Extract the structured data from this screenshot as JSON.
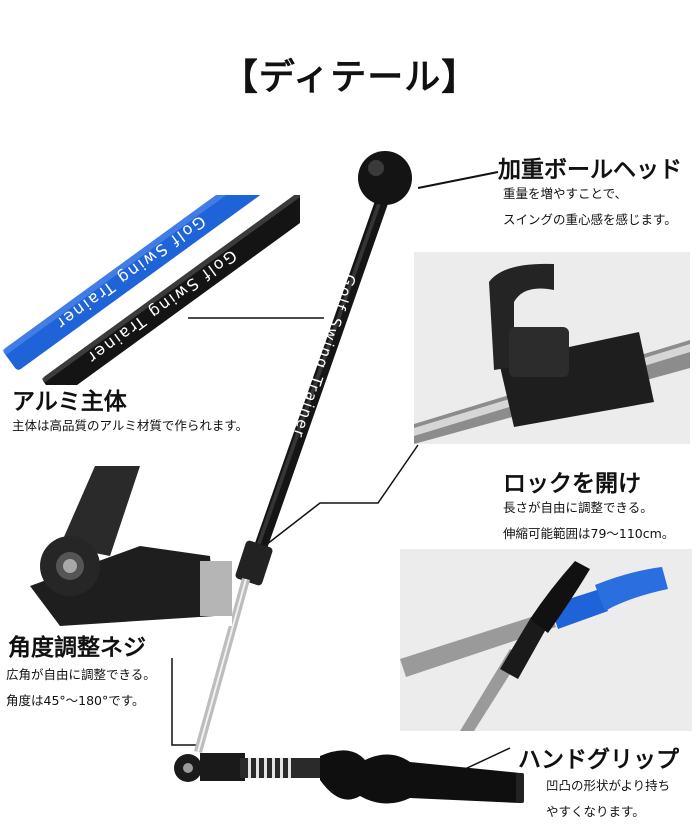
{
  "page": {
    "title": "【ディテール】"
  },
  "parts": {
    "ball_head": {
      "title": "加重ボールヘッド",
      "lines": [
        "重量を増やすことで、",
        "スイングの重心感を感じます。"
      ]
    },
    "aluminum_body": {
      "title": "アルミ主体",
      "lines": [
        "主体は高品質のアルミ材質で作られます。"
      ]
    },
    "lock": {
      "title": "ロックを開け",
      "lines": [
        "長さが自由に調整できる。",
        "伸縮可能範囲は79～110cm。"
      ]
    },
    "angle_screw": {
      "title": "角度調整ネジ",
      "lines": [
        "広角が自由に調整できる。",
        "角度は45°～180°です。"
      ]
    },
    "hand_grip": {
      "title": "ハンドグリップ",
      "lines": [
        "凹凸の形状がより持ち",
        "やすくなります。"
      ]
    }
  },
  "product_print": {
    "shaft_text": "Golf Swing Trainer"
  },
  "colors": {
    "accent_blue": "#1f63d8",
    "shaft_black": "#111111",
    "background": "#ffffff"
  }
}
